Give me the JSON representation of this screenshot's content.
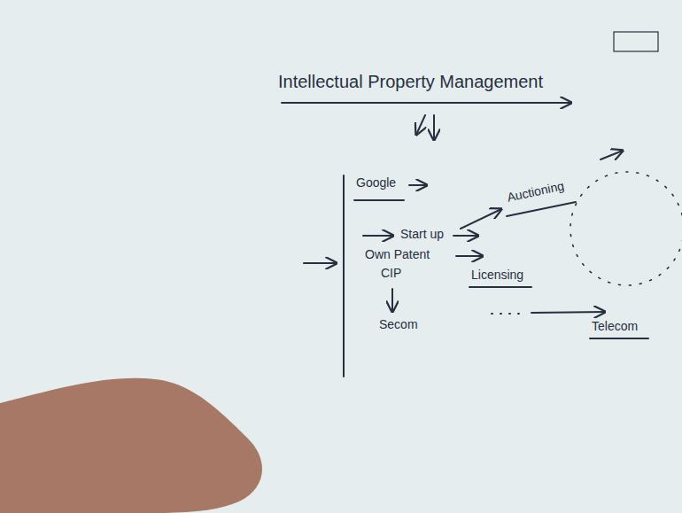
{
  "diagram": {
    "title": "Intellectual Property Management",
    "labels": [
      "Google",
      "Start up",
      "Own Patent",
      "CIP",
      "Secom",
      "Auctioning",
      "Licensing",
      "Telecom"
    ]
  }
}
